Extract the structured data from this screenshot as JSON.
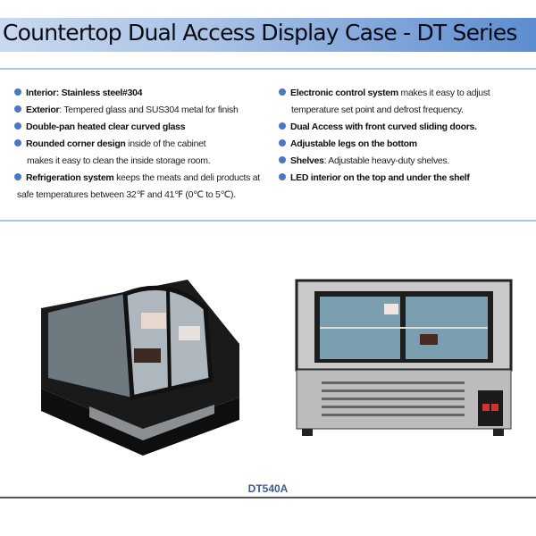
{
  "header": {
    "title": "Countertop Dual Access Display Case - DT Series",
    "band_color_start": "#c9d9ef",
    "band_color_end": "#5c8dd0"
  },
  "features_left": [
    {
      "bold": "Interior: Stainless steel#304",
      "text": ""
    },
    {
      "bold": "Exterior",
      "text": ":  Tempered glass and SUS304 metal for finish"
    },
    {
      "bold": "Double-pan heated clear curved glass",
      "text": ""
    },
    {
      "bold": "Rounded corner design",
      "text": " inside of the cabinet",
      "cont": "makes it easy to clean the inside storage room."
    },
    {
      "bold": "Refrigeration system",
      "text": " keeps the meats and deli products at",
      "cont": "safe temperatures between 32℉ and 41℉ (0℃ to 5℃)."
    }
  ],
  "features_right": [
    {
      "bold": "Electronic control system",
      "text": " makes it easy to adjust",
      "cont": "temperature set point and defrost frequency."
    },
    {
      "bold": "Dual Access with front curved sliding doors.",
      "text": ""
    },
    {
      "bold": "Adjustable legs on the bottom",
      "text": ""
    },
    {
      "bold": "Shelves",
      "text": ": Adjustable heavy-duty shelves."
    },
    {
      "bold": "LED interior on the top and under the shelf",
      "text": ""
    }
  ],
  "bullet_color": "#4a78c2",
  "product": {
    "model": "DT540A"
  }
}
